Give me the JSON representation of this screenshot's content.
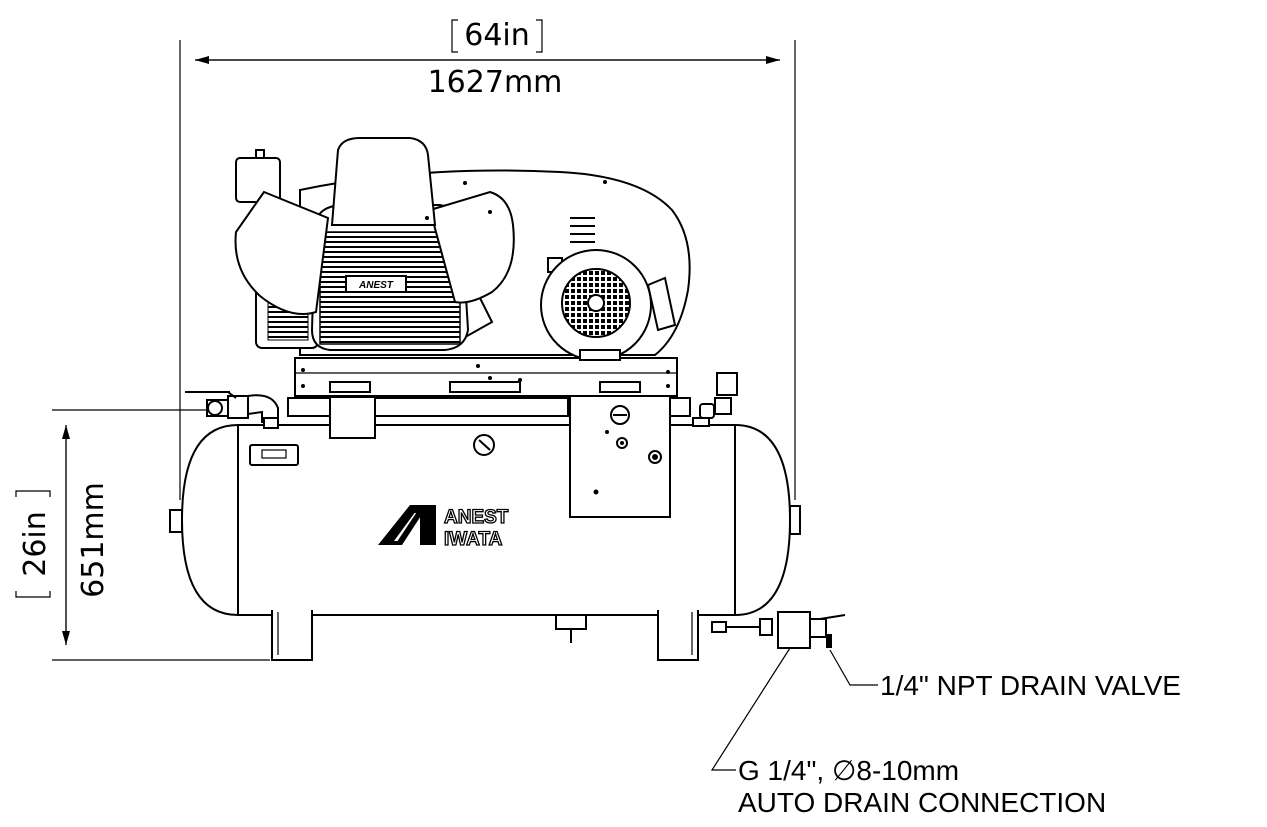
{
  "dimensions": {
    "width_imperial": "64in",
    "width_metric": "1627mm",
    "height_imperial": "26in",
    "height_metric": "651mm"
  },
  "brand": {
    "line1": "ANEST",
    "line2": "IWATA"
  },
  "callouts": {
    "drain_valve": "1/4\" NPT DRAIN VALVE",
    "auto_drain_line1": "G 1/4\",  ∅8-10mm",
    "auto_drain_line2": "AUTO DRAIN CONNECTION"
  }
}
